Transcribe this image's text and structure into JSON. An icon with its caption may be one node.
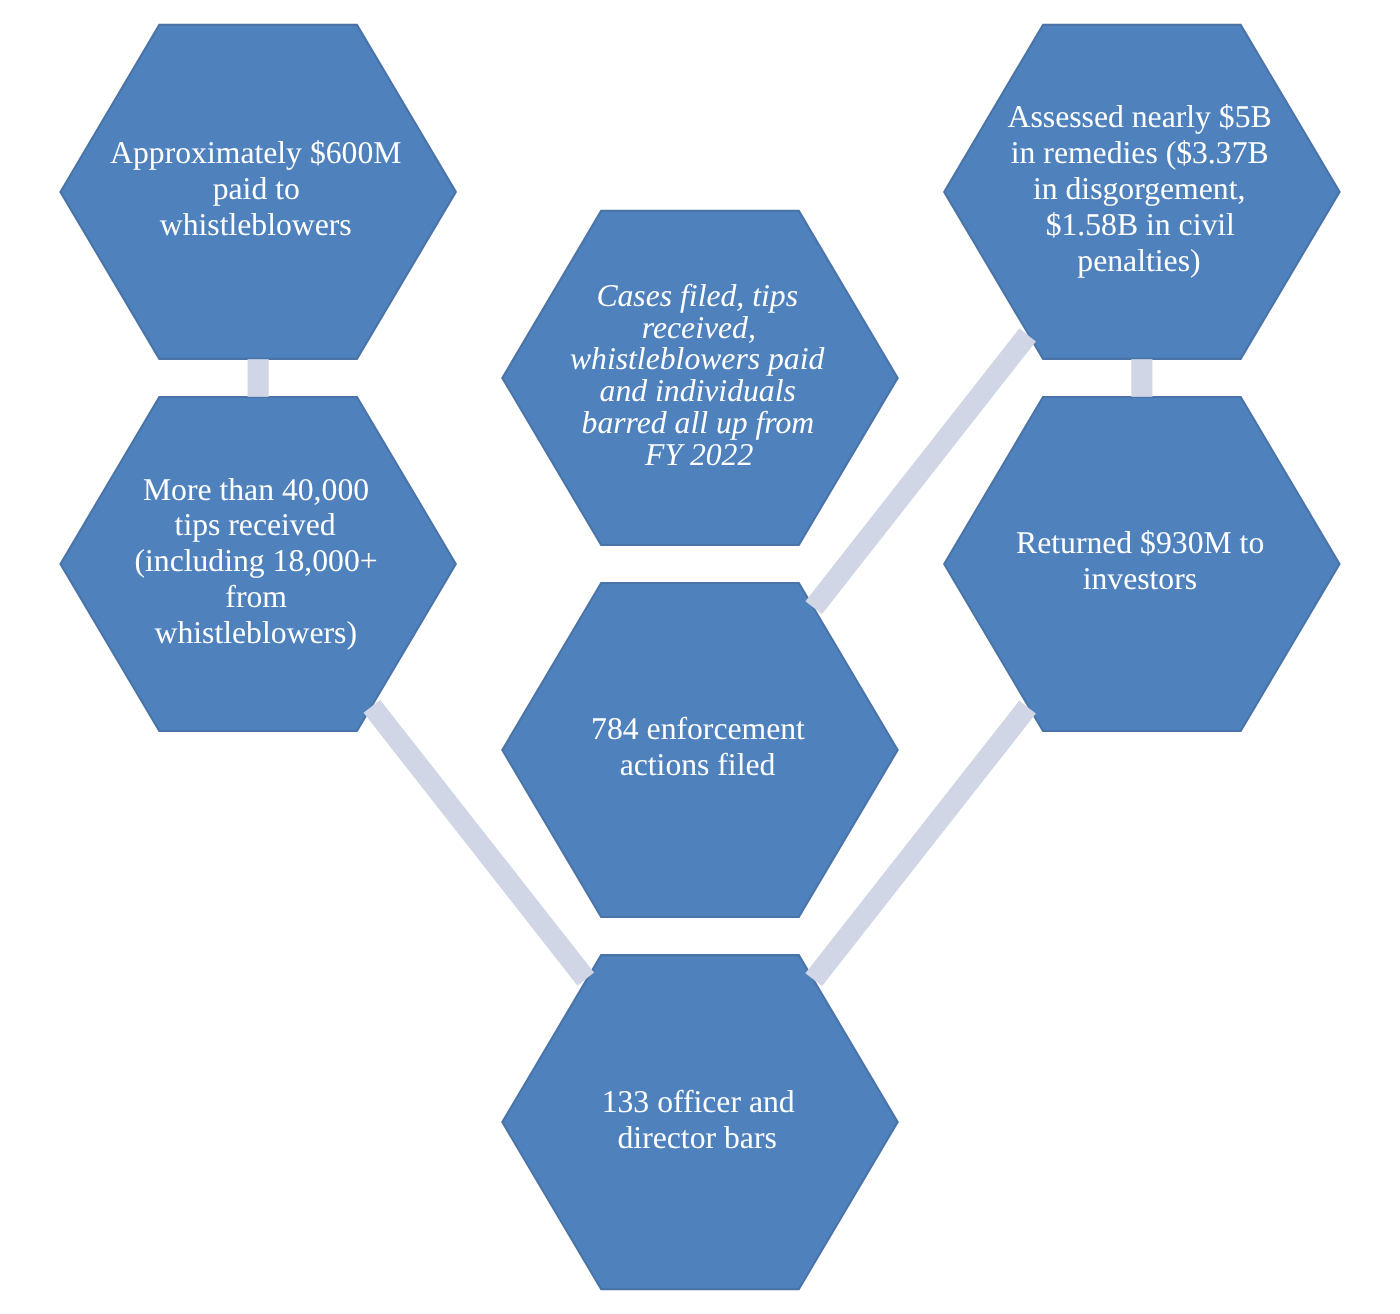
{
  "diagram": {
    "nodes": [
      {
        "text": [
          "784 enforcement actions filed"
        ]
      },
      {
        "text": [
          "Approximately $600M paid to whistleblowers"
        ]
      },
      {
        "text": [
          "Assessed nearly $5B in remedies ($3.37B in disgorgement, $1.58B in civil penalties)"
        ]
      },
      {
        "text": [
          "Cases filed, tips received, whistleblowers paid and individuals barred all up from FY 2022"
        ]
      },
      {
        "text": [
          "More than 40,000 tips received (including 18,000+ from whistleblowers)"
        ]
      },
      {
        "text": [
          "Returned $930M to investors"
        ]
      },
      {
        "text": [
          "133 officer and director bars"
        ]
      }
    ],
    "edges": [
      {
        "from": 0,
        "to": 2,
        "arrow": "none"
      },
      {
        "from": 2,
        "to": 5,
        "arrow": "none"
      },
      {
        "from": 5,
        "to": 6,
        "arrow": "none"
      },
      {
        "from": 6,
        "to": 4,
        "arrow": "none"
      },
      {
        "from": 4,
        "to": 1,
        "arrow": "none"
      }
    ]
  }
}
